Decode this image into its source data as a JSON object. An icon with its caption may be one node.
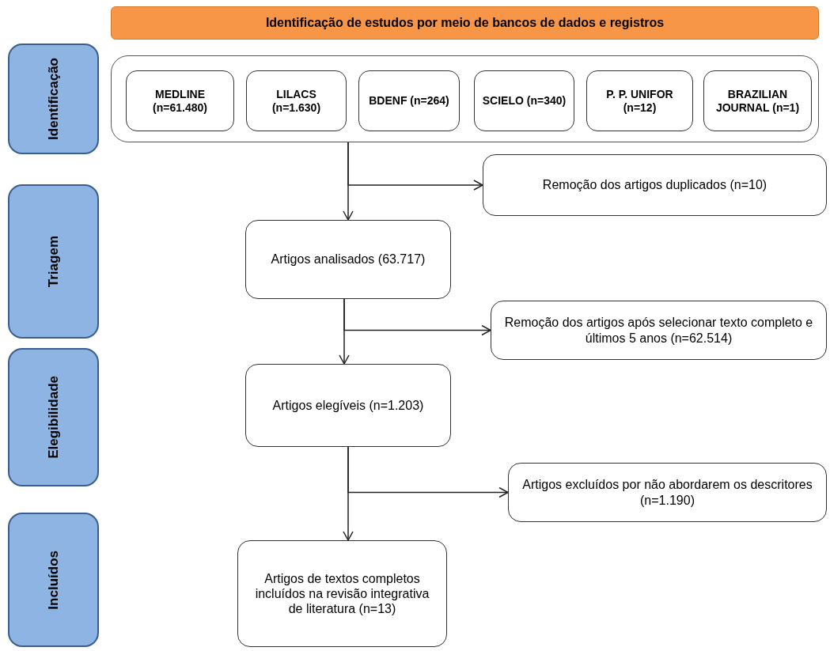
{
  "diagram": {
    "nodes": [
      {
        "text": [
          "Identificação de estudos por meio de bancos de dados e registros"
        ]
      },
      {
        "text": [
          "Identificação"
        ]
      },
      {
        "text": [],
        "shape": "box"
      },
      {
        "text": [
          "MEDLINE (n=61.480)"
        ],
        "in": 2
      },
      {
        "text": [
          "LILACS (n=1.630)"
        ],
        "in": 2
      },
      {
        "text": [
          "BDENF (n=264)"
        ],
        "in": 2
      },
      {
        "text": [
          "SCIELO (n=340)"
        ],
        "in": 2
      },
      {
        "text": [
          "P. P. UNIFOR (n=12)"
        ],
        "in": 2
      },
      {
        "text": [
          "BRAZILIAN JOURNAL (n=1)"
        ],
        "in": 2
      },
      {
        "text": [
          "Remoção dos artigos duplicados (n=10)"
        ]
      },
      {
        "text": [
          "Triagem"
        ]
      },
      {
        "text": [
          "Artigos analisados (63.717)"
        ]
      },
      {
        "text": [
          "Remoção dos artigos após selecionar texto completo e últimos 5 anos (n=62.514)"
        ]
      },
      {
        "text": [
          "Elegibilidade"
        ]
      },
      {
        "text": [
          "Artigos elegíveis (n=1.203)"
        ]
      },
      {
        "text": [
          "Artigos excluídos por não abordarem os descritores (n=1.190)"
        ]
      },
      {
        "text": [
          "Incluídos"
        ]
      },
      {
        "text": [
          "Artigos de textos completos incluídos na revisão integrativa de literatura (n=13)"
        ]
      }
    ],
    "edges": [
      {
        "from": 2,
        "to": 9,
        "arrow": "to"
      },
      {
        "from": 2,
        "to": 11,
        "arrow": "to"
      },
      {
        "from": 11,
        "to": 12,
        "arrow": "to"
      },
      {
        "from": 11,
        "to": 14,
        "arrow": "to"
      },
      {
        "from": 14,
        "to": 15,
        "arrow": "to"
      },
      {
        "from": 14,
        "to": 17,
        "arrow": "to"
      }
    ]
  }
}
